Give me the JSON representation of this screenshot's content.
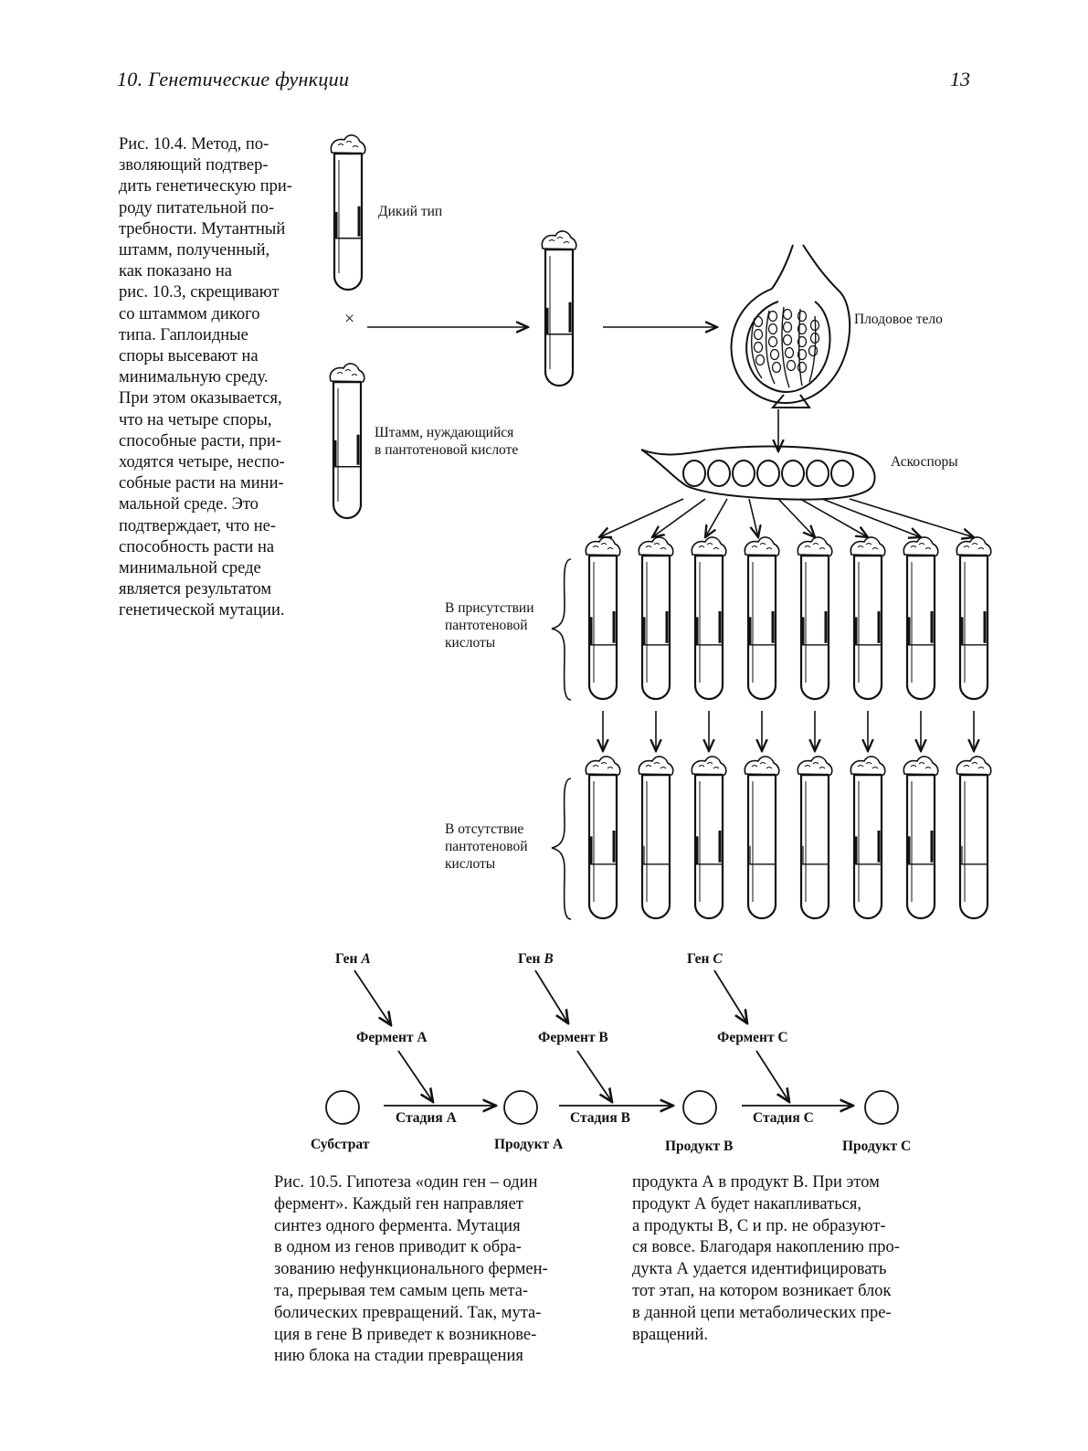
{
  "header": {
    "chapter": "10. Генетические функции",
    "page_number": "13"
  },
  "fig_10_4": {
    "caption_lines": [
      "Рис. 10.4. Метод, по-",
      "зволяющий подтвер-",
      "дить генетическую при-",
      "роду питательной по-",
      "требности. Мутантный",
      "штамм, полученный,",
      "как показано на",
      "рис. 10.3, скрещивают",
      "со штаммом дикого",
      "типа. Гаплоидные",
      "споры высевают на",
      "минимальную среду.",
      "При этом оказывается,",
      "что на четыре споры,",
      "способные расти, при-",
      "ходятся четыре, неспо-",
      "собные расти на мини-",
      "мальной среде. Это",
      "подтверждает, что не-",
      "способность расти на",
      "минимальной среде",
      "является результатом",
      "генетической мутации."
    ],
    "labels": {
      "wild_type": "Дикий тип",
      "cross_symbol": "×",
      "strain_line1": "Штамм, нуждающийся",
      "strain_line2": "в пантотеновой кислоте",
      "fruit_body": "Плодовое тело",
      "ascospores": "Аскоспоры",
      "with_line1": "В присутствии",
      "with_line2": "пантотеновой",
      "with_line3": "кислоты",
      "without_line1": "В отсутствие",
      "without_line2": "пантотеновой",
      "without_line3": "кислоты"
    },
    "without_acid_growth": [
      true,
      false,
      true,
      false,
      false,
      true,
      true,
      false
    ]
  },
  "fig_10_5": {
    "genes": [
      {
        "prefix": "Ген ",
        "letter": "A"
      },
      {
        "prefix": "Ген ",
        "letter": "B"
      },
      {
        "prefix": "Ген ",
        "letter": "C"
      }
    ],
    "enzymes": [
      "Фермент А",
      "Фермент В",
      "Фермент С"
    ],
    "stages": [
      "Стадия А",
      "Стадия В",
      "Стадия С"
    ],
    "compounds": [
      "Субстрат",
      "Продукт А",
      "Продукт В",
      "Продукт С"
    ],
    "caption_left": [
      "Рис. 10.5. Гипотеза «один ген – один",
      "фермент». Каждый ген направляет",
      "синтез одного фермента. Мутация",
      "в одном из генов приводит к обра-",
      "зованию нефункционального фермен-",
      "та, прерывая тем самым цепь мета-",
      "болических превращений. Так, мута-",
      "ция в гене B приведет к возникнове-",
      "нию блока на стадии превращения"
    ],
    "caption_right": [
      "продукта А в продукт В. При этом",
      "продукт А будет накапливаться,",
      "а продукты В, С и пр. не образуют-",
      "ся вовсе. Благодаря накоплению про-",
      "дукта А удается идентифицировать",
      "тот этап, на котором возникает блок",
      "в данной цепи метаболических пре-",
      "вращений."
    ]
  }
}
